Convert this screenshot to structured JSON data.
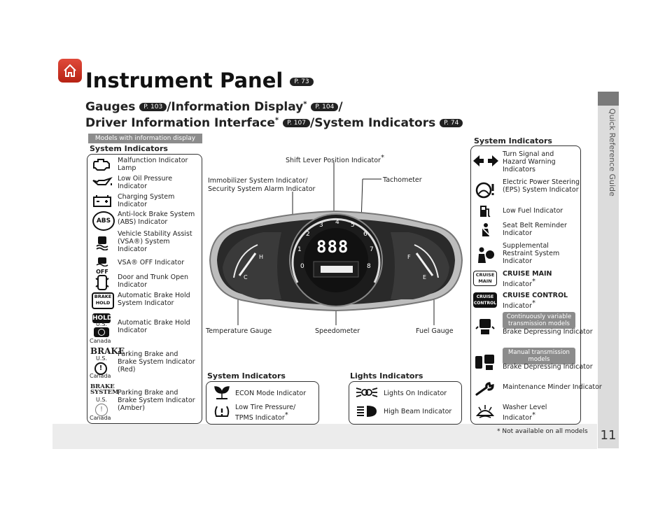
{
  "page": {
    "title": "Instrument Panel",
    "title_ref": "P. 73",
    "subtitle_line1": [
      "Gauges",
      "P. 103",
      "/Information Display",
      "*",
      "P. 104",
      "/"
    ],
    "subtitle_line2": [
      "Driver Information Interface",
      "*",
      "P. 107",
      "/System Indicators",
      "P. 74"
    ],
    "side_label": "Quick Reference Guide",
    "page_number": "11",
    "footnote": "* Not available on all models"
  },
  "left_panel": {
    "badge": "Models with information display",
    "heading": "System Indicators",
    "items": [
      {
        "label": "Malfunction Indicator Lamp",
        "icon": "engine-icon"
      },
      {
        "label": "Low Oil Pressure Indicator",
        "icon": "oil-can-icon"
      },
      {
        "label": "Charging System Indicator",
        "icon": "battery-icon"
      },
      {
        "label_a": "Anti-lock Brake System",
        "label_b": "(ABS) Indicator",
        "icon": "abs-icon",
        "icon_text": "ABS"
      },
      {
        "label": "Vehicle Stability Assist (VSA®) System Indicator",
        "icon": "vsa-icon"
      },
      {
        "label_a": "VSA® OFF Indicator",
        "icon": "vsa-off-icon",
        "icon_text": "OFF"
      },
      {
        "label": "Door and Trunk Open Indicator",
        "icon": "door-open-icon"
      },
      {
        "label": "Automatic Brake Hold System Indicator",
        "icon": "brake-hold-system-icon",
        "icon_text": "BRAKE HOLD"
      },
      {
        "label": "Automatic Brake Hold Indicator",
        "icon": "brake-hold-icon",
        "icon_text": "HOLD",
        "regions": [
          "U.S.",
          "Canada"
        ]
      },
      {
        "label": "Parking Brake and Brake System Indicator (Red)",
        "icon": "parking-brake-red-icon",
        "icon_text": "BRAKE",
        "regions": [
          "U.S.",
          "Canada"
        ]
      },
      {
        "label": "Parking Brake and Brake System Indicator (Amber)",
        "icon": "parking-brake-amber-icon",
        "icon_text": "BRAKE SYSTEM",
        "regions": [
          "U.S.",
          "Canada"
        ]
      }
    ]
  },
  "center": {
    "callouts": {
      "shift": "Shift Lever Position Indicator",
      "shift_ast": "*",
      "immobilizer_1": "Immobilizer System Indicator/",
      "immobilizer_2": "Security System Alarm Indicator",
      "tachometer": "Tachometer",
      "temperature": "Temperature Gauge",
      "speedometer": "Speedometer",
      "fuel": "Fuel Gauge"
    },
    "system_heading": "System Indicators",
    "system_items": [
      {
        "label": "ECON Mode Indicator",
        "icon": "econ-icon"
      },
      {
        "label_a": "Low Tire Pressure/",
        "label_b": "TPMS Indicator",
        "ast": "*",
        "icon": "tire-pressure-icon"
      }
    ],
    "lights_heading": "Lights Indicators",
    "lights_items": [
      {
        "label": "Lights On Indicator",
        "icon": "lights-on-icon"
      },
      {
        "label": "High Beam Indicator",
        "icon": "high-beam-icon"
      }
    ]
  },
  "right_panel": {
    "heading": "System Indicators",
    "items": [
      {
        "label": "Turn Signal and Hazard Warning Indicators",
        "icon": "turn-signal-icon"
      },
      {
        "label": "Electric Power Steering (EPS) System Indicator",
        "icon": "eps-icon"
      },
      {
        "label": "Low Fuel Indicator",
        "icon": "fuel-pump-icon"
      },
      {
        "label": "Seat Belt Reminder Indicator",
        "icon": "seat-belt-icon"
      },
      {
        "label": "Supplemental Restraint System Indicator",
        "icon": "srs-icon"
      },
      {
        "label_a": "CRUISE MAIN",
        "label_b": "Indicator",
        "ast": "*",
        "icon": "cruise-main-icon",
        "icon_text": "CRUISE MAIN"
      },
      {
        "label_a": "CRUISE CONTROL",
        "label_b": "Indicator",
        "ast": "*",
        "icon": "cruise-control-icon",
        "icon_text": "CRUISE CONTROL"
      },
      {
        "badge": "Continuously variable transmission models",
        "label": "Brake Depressing Indicator",
        "icon": "brake-depress-cvt-icon"
      },
      {
        "badge": "Manual transmission models",
        "label": "Brake Depressing Indicator",
        "icon": "brake-depress-mt-icon"
      },
      {
        "label": "Maintenance Minder Indicator",
        "icon": "wrench-icon"
      },
      {
        "label_a": "Washer Level",
        "label_b": "Indicator",
        "ast": "*",
        "icon": "washer-icon"
      }
    ]
  },
  "gauge": {
    "digits": "888",
    "tach_ticks": [
      "0",
      "1",
      "2",
      "3",
      "4",
      "5",
      "6",
      "7",
      "8"
    ],
    "temp_labels": [
      "H",
      "C"
    ],
    "fuel_labels": [
      "F",
      "E"
    ]
  }
}
